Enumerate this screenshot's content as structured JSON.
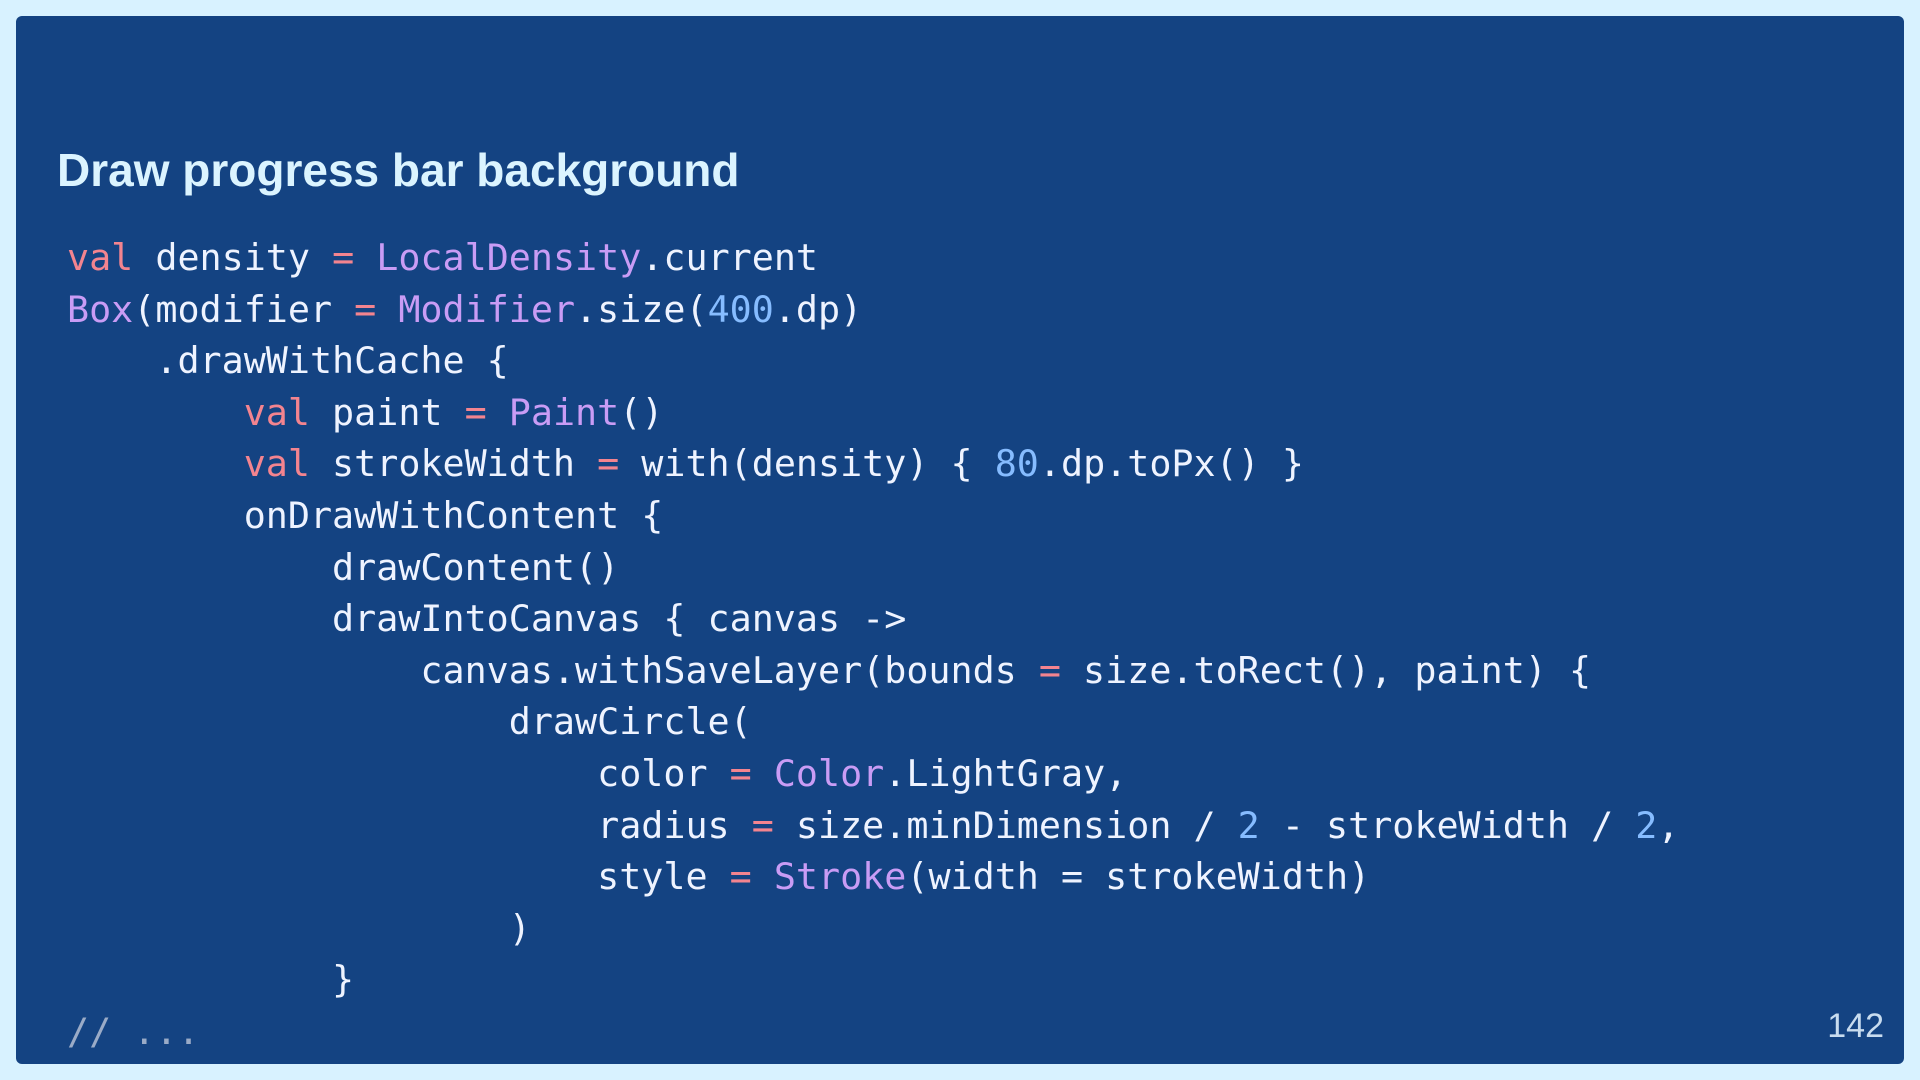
{
  "slide": {
    "title": "Draw progress bar background",
    "page_number": "142",
    "colors": {
      "background": "#144382",
      "frame": "#d8f2ff",
      "keyword": "#f3848f",
      "type": "#c99cf5",
      "number": "#86bcff",
      "comment": "#9aabc7",
      "text": "#eef3ff"
    },
    "code": {
      "language": "kotlin",
      "lines": [
        [
          [
            "kw",
            "val"
          ],
          [
            "pl",
            " density "
          ],
          [
            "op",
            "="
          ],
          [
            "pl",
            " "
          ],
          [
            "ty",
            "LocalDensity"
          ],
          [
            "pl",
            ".current"
          ]
        ],
        [
          [
            "ty",
            "Box"
          ],
          [
            "pl",
            "(modifier "
          ],
          [
            "op",
            "="
          ],
          [
            "pl",
            " "
          ],
          [
            "ty",
            "Modifier"
          ],
          [
            "pl",
            ".size("
          ],
          [
            "num",
            "400"
          ],
          [
            "pl",
            ".dp)"
          ]
        ],
        [
          [
            "pl",
            "    .drawWithCache {"
          ]
        ],
        [
          [
            "pl",
            "        "
          ],
          [
            "kw",
            "val"
          ],
          [
            "pl",
            " paint "
          ],
          [
            "op",
            "="
          ],
          [
            "pl",
            " "
          ],
          [
            "ty",
            "Paint"
          ],
          [
            "pl",
            "()"
          ]
        ],
        [
          [
            "pl",
            "        "
          ],
          [
            "kw",
            "val"
          ],
          [
            "pl",
            " strokeWidth "
          ],
          [
            "op",
            "="
          ],
          [
            "pl",
            " with(density) { "
          ],
          [
            "num",
            "80"
          ],
          [
            "pl",
            ".dp.toPx() }"
          ]
        ],
        [
          [
            "pl",
            "        onDrawWithContent {"
          ]
        ],
        [
          [
            "pl",
            "            drawContent()"
          ]
        ],
        [
          [
            "pl",
            "            drawIntoCanvas { canvas ->"
          ]
        ],
        [
          [
            "pl",
            "                canvas.withSaveLayer(bounds "
          ],
          [
            "op",
            "="
          ],
          [
            "pl",
            " size.toRect(), paint) {"
          ]
        ],
        [
          [
            "pl",
            "                    drawCircle("
          ]
        ],
        [
          [
            "pl",
            "                        color "
          ],
          [
            "op",
            "="
          ],
          [
            "pl",
            " "
          ],
          [
            "ty",
            "Color"
          ],
          [
            "pl",
            ".LightGray,"
          ]
        ],
        [
          [
            "pl",
            "                        radius "
          ],
          [
            "op",
            "="
          ],
          [
            "pl",
            " size.minDimension / "
          ],
          [
            "num",
            "2"
          ],
          [
            "pl",
            " - strokeWidth / "
          ],
          [
            "num",
            "2"
          ],
          [
            "pl",
            ","
          ]
        ],
        [
          [
            "pl",
            "                        style "
          ],
          [
            "op",
            "="
          ],
          [
            "pl",
            " "
          ],
          [
            "ty",
            "Stroke"
          ],
          [
            "pl",
            "(width = strokeWidth)"
          ]
        ],
        [
          [
            "pl",
            "                    )"
          ]
        ],
        [
          [
            "pl",
            "            }"
          ]
        ],
        [
          [
            "cm",
            "// ..."
          ]
        ]
      ]
    }
  }
}
